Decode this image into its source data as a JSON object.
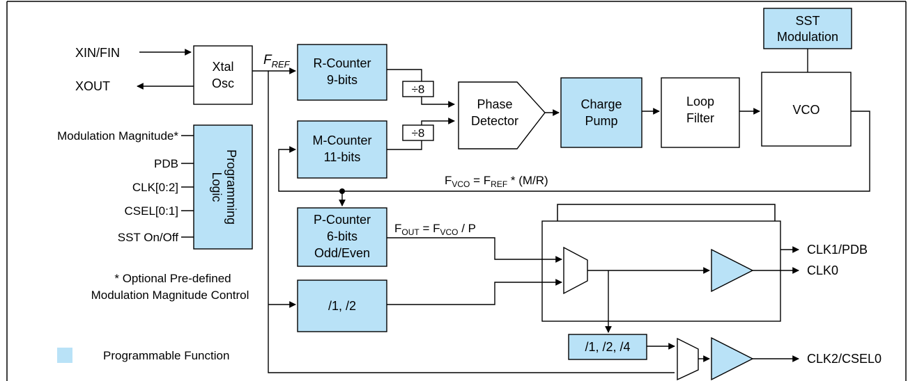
{
  "colors": {
    "programmable_fill": "#b9e2f7",
    "line": "#000000",
    "background": "#ffffff"
  },
  "inputs": {
    "xin": "XIN/FIN",
    "xout": "XOUT",
    "modulation": "Modulation Magnitude*",
    "pdb": "PDB",
    "clk": "CLK[0:2]",
    "csel": "CSEL[0:1]",
    "sst": "SST On/Off"
  },
  "blocks": {
    "xtal_line1": "Xtal",
    "xtal_line2": "Osc",
    "fref_main": "F",
    "fref_sub": "REF",
    "rcounter_line1": "R-Counter",
    "rcounter_line2": "9-bits",
    "mcounter_line1": "M-Counter",
    "mcounter_line2": "11-bits",
    "div8_top": "÷8",
    "div8_bottom": "÷8",
    "phase_line1": "Phase",
    "phase_line2": "Detector",
    "charge_line1": "Charge",
    "charge_line2": "Pump",
    "loop_line1": "Loop",
    "loop_line2": "Filter",
    "vco": "VCO",
    "sst_line1": "SST",
    "sst_line2": "Modulation",
    "prog_line1": "Programming",
    "prog_line2": "Logic",
    "pcounter_line1": "P-Counter",
    "pcounter_line2": "6-bits",
    "pcounter_line3": "Odd/Even",
    "div12": "/1, /2",
    "div124": "/1, /2, /4"
  },
  "equations": {
    "fvco": {
      "f1": "F",
      "s1": "VCO",
      "mid": " = F",
      "s2": "REF",
      "tail": " * (M/R)"
    },
    "fout": {
      "f1": "F",
      "s1": "OUT",
      "mid": " = F",
      "s2": "VCO",
      "tail": " / P"
    }
  },
  "outputs": {
    "clk1": "CLK1/PDB",
    "clk0": "CLK0",
    "clk2": "CLK2/CSEL0"
  },
  "notes": {
    "optional_line1": "* Optional Pre-defined",
    "optional_line2": "Modulation Magnitude Control",
    "legend": "Programmable Function"
  }
}
